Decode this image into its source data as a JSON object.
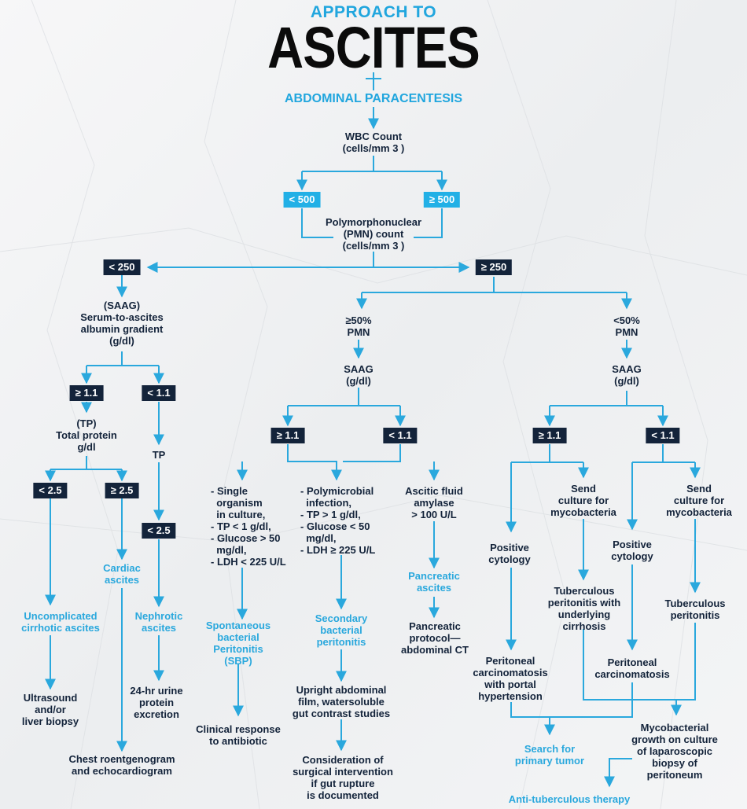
{
  "header": {
    "subtitle": "APPROACH TO",
    "title": "ASCITES",
    "first_step": "ABDOMINAL PARACENTESIS"
  },
  "colors": {
    "navy": "#13233a",
    "cyan": "#22b0e6",
    "line": "#2aa8dd",
    "title": "#0b0b0b"
  },
  "wbc": {
    "label": "WBC Count\n(cells/mm 3 )",
    "low": "< 500",
    "high": "≥ 500",
    "pmn_label": "Polymorphonuclear\n(PMN) count\n(cells/mm 3 )"
  },
  "pmn": {
    "low": "< 250",
    "high": "≥ 250"
  },
  "left": {
    "saag_label": "(SAAG)\nSerum-to-ascites\nalbumin gradient\n(g/dl)",
    "saag_high": "≥ 1.1",
    "saag_low": "< 1.1",
    "tp_label": "(TP)\nTotal protein\ng/dl",
    "tp_low": "< 2.5",
    "tp_high": "≥ 2.5",
    "tp_short": "TP",
    "tp_low2": "< 2.5",
    "uncomplicated": "Uncomplicated\ncirrhotic ascites",
    "cardiac": "Cardiac\nascites",
    "nephrotic": "Nephrotic\nascites",
    "ultrasound": "Ultrasound\nand/or\nliver biopsy",
    "urine": "24-hr urine\nprotein\nexcretion",
    "chest": "Chest roentgenogram\nand echocardiogram"
  },
  "middle": {
    "pmn_label": "≥50%\nPMN",
    "saag_label": "SAAG\n(g/dl)",
    "saag_high": "≥ 1.1",
    "saag_low": "< 1.1",
    "single": "- Single\n  organism\n  in culture,\n- TP < 1 g/dl,\n- Glucose > 50\n  mg/dl,\n- LDH < 225 U/L",
    "poly": "- Polymicrobial\n  infection,\n- TP > 1 g/dl,\n- Glucose < 50\n  mg/dl,\n- LDH ≥ 225 U/L",
    "amylase": "Ascitic fluid\namylase\n> 100 U/L",
    "sbp": "Spontaneous\nbacterial\nPeritonitis\n(SBP)",
    "secondary": "Secondary\nbacterial\nperitonitis",
    "pancreatic": "Pancreatic\nascites",
    "clinical": "Clinical response\nto antibiotic",
    "upright": "Upright abdominal\nfilm, watersoluble\ngut contrast studies",
    "protocol": "Pancreatic\nprotocol—\nabdominal CT",
    "surgical": "Consideration of\nsurgical intervention\nif gut rupture\nis documented"
  },
  "right": {
    "pmn_label": "<50%\nPMN",
    "saag_label": "SAAG\n(g/dl)",
    "saag_high": "≥ 1.1",
    "saag_low": "< 1.1",
    "positive1": "Positive\ncytology",
    "send1": "Send\nculture for\nmycobacteria",
    "positive2": "Positive\ncytology",
    "send2": "Send\nculture for\nmycobacteria",
    "tb_cirrhosis": "Tuberculous\nperitonitis with\nunderlying\ncirrhosis",
    "tb": "Tuberculous\nperitonitis",
    "carcinomatosis_portal": "Peritoneal\ncarcinomatosis\nwith portal\nhypertension",
    "carcinomatosis": "Peritoneal\ncarcinomatosis",
    "search": "Search for\nprimary tumor",
    "mycobacterial": "Mycobacterial\ngrowth on culture\nof laparoscopic\nbiopsy of\nperitoneum",
    "therapy": "Anti-tuberculous therapy"
  }
}
